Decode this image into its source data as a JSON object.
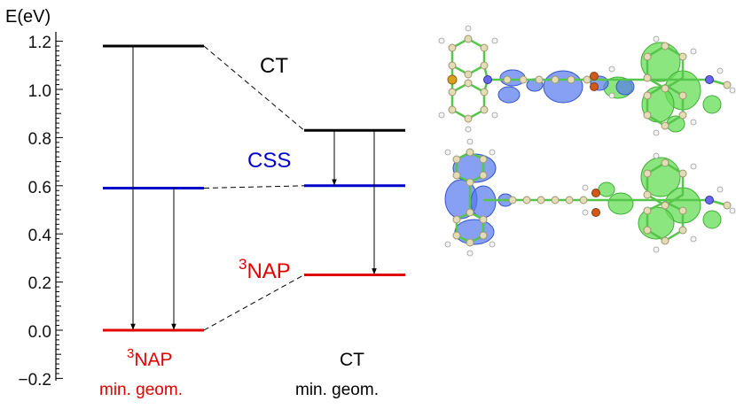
{
  "axis": {
    "label": "E(eV)",
    "ticks": [
      "1.2",
      "1.0",
      "0.8",
      "0.6",
      "0.4",
      "0.2",
      "0.0",
      "−0.2"
    ]
  },
  "levels": {
    "ct_label": "CT",
    "css_label": "CSS",
    "nap_sup": "3",
    "nap_label": "NAP"
  },
  "columns": {
    "left": {
      "sup": "3",
      "title": "NAP",
      "subtitle": "min. geom."
    },
    "right": {
      "title": "CT",
      "subtitle": "min. geom."
    }
  },
  "chart_data": {
    "type": "energy-level-diagram",
    "ylabel": "E(eV)",
    "ylim": [
      -0.2,
      1.2
    ],
    "columns": [
      {
        "name": "3NAP min. geom.",
        "levels": [
          {
            "state": "CT",
            "energy": 1.18
          },
          {
            "state": "CSS",
            "energy": 0.59
          },
          {
            "state": "3NAP",
            "energy": 0.0
          }
        ]
      },
      {
        "name": "CT min. geom.",
        "levels": [
          {
            "state": "CT",
            "energy": 0.83
          },
          {
            "state": "CSS",
            "energy": 0.6
          },
          {
            "state": "3NAP",
            "energy": 0.23
          }
        ]
      }
    ]
  },
  "colors": {
    "ct": "#000000",
    "css": "#0000cc",
    "nap": "#e00000",
    "isosurface_blue": "#5577ee",
    "isosurface_green": "#66dd55"
  }
}
